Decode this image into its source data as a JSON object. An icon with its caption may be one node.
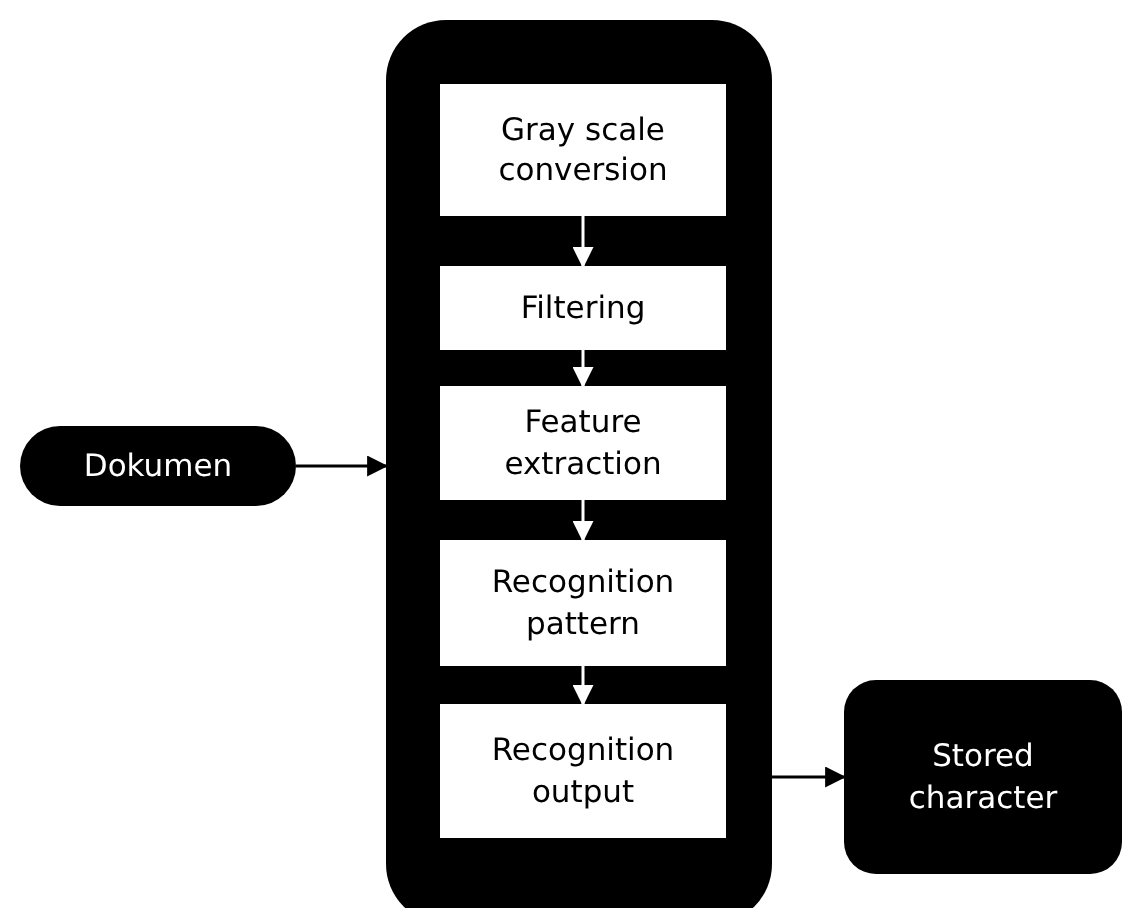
{
  "diagram": {
    "nodes": [
      {
        "text": [
          "Dokumen"
        ]
      },
      {
        "text": [],
        "shape": "box"
      },
      {
        "text": [
          "Gray scale conversion"
        ],
        "in": 1
      },
      {
        "text": [
          "Filtering"
        ],
        "in": 1
      },
      {
        "text": [
          "Feature extraction"
        ],
        "in": 1
      },
      {
        "text": [
          "Recognition pattern"
        ],
        "in": 1
      },
      {
        "text": [
          "Recognition output"
        ],
        "in": 1
      },
      {
        "text": [
          "Stored character"
        ]
      }
    ],
    "edges": [
      {
        "from": 0,
        "to": 1,
        "arrow": "to",
        "color": "#000000"
      },
      {
        "from": 2,
        "to": 3,
        "arrow": "to"
      },
      {
        "from": 3,
        "to": 4,
        "arrow": "to"
      },
      {
        "from": 4,
        "to": 5,
        "arrow": "to"
      },
      {
        "from": 5,
        "to": 6,
        "arrow": "to"
      },
      {
        "from": 1,
        "to": 7,
        "arrow": "to",
        "color": "#000000"
      }
    ]
  }
}
